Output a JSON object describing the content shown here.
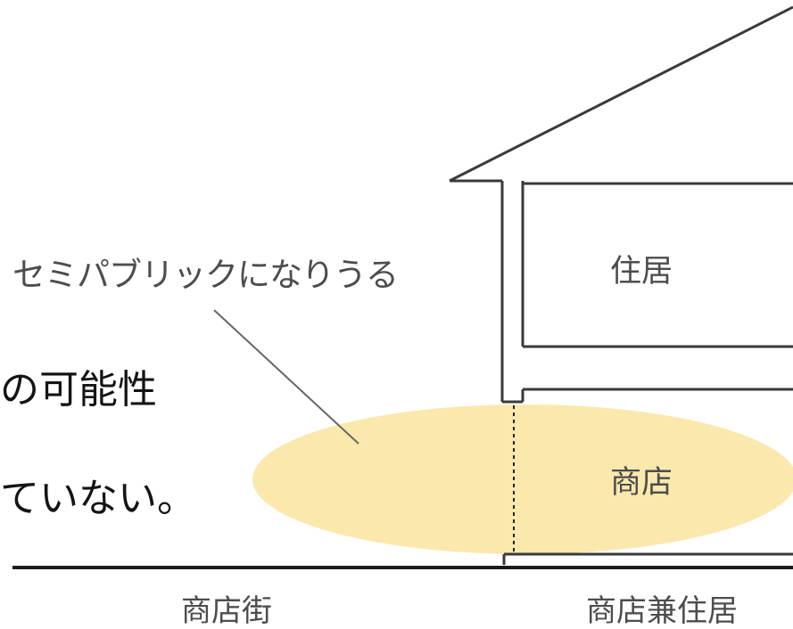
{
  "labels": {
    "semi_public": "セミパブリックになりうる",
    "housing": "住居",
    "shop": "商店",
    "shopping_street": "商店街",
    "shop_house": "商店兼住居"
  },
  "clipped_text": {
    "line1": "の可能性",
    "line2": "ていない。"
  },
  "colors": {
    "semi_public_zone": "#fbe8ad",
    "line": "#3a3a3a",
    "ground": "#1a1a1a"
  }
}
